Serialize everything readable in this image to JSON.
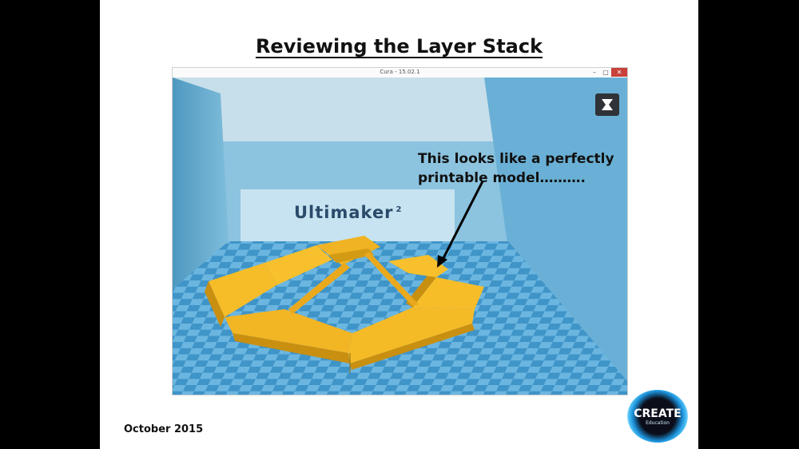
{
  "slide": {
    "title": "Reviewing the Layer Stack",
    "date": "October 2015"
  },
  "window": {
    "title": "Cura - 15.02.1",
    "buttons": {
      "minimize": "–",
      "maximize": "▢",
      "close": "✕"
    }
  },
  "viewport": {
    "backdrop_brand": "Ultimaker",
    "backdrop_brand_superscript": "2",
    "annotation_line1": "This looks like a perfectly",
    "annotation_line2": "printable model……….",
    "model_color": "#f0b323",
    "bed_colors": [
      "#4a9fd1",
      "#6bb6e0"
    ]
  },
  "logo": {
    "line1": "CREATE",
    "line2": "Education"
  }
}
